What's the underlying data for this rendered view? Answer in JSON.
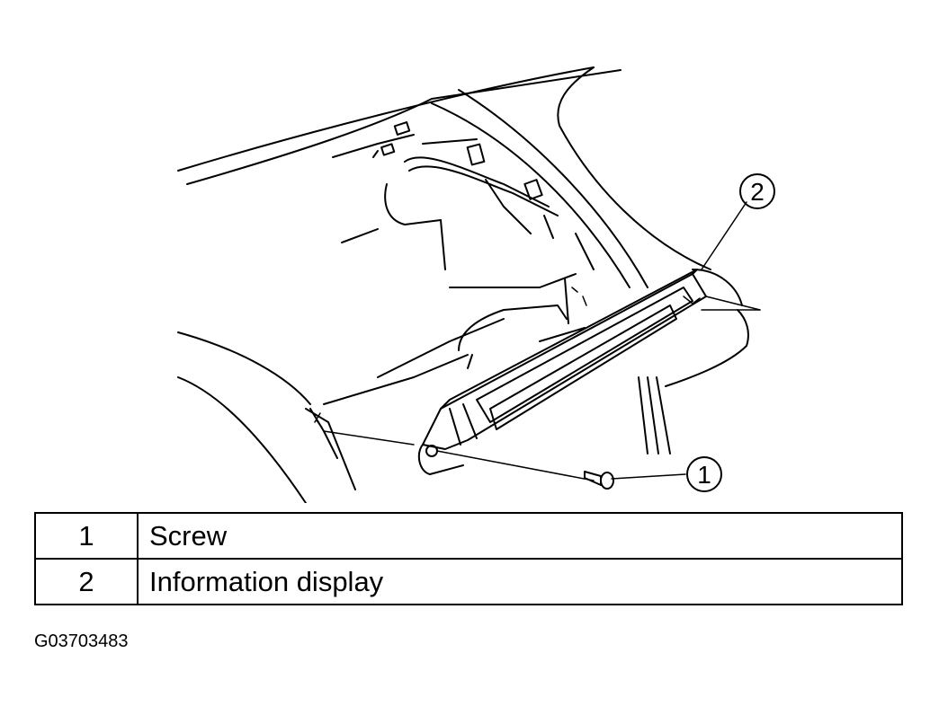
{
  "callouts": [
    {
      "number": "1"
    },
    {
      "number": "2"
    }
  ],
  "legend": [
    {
      "number": "1",
      "description": "Screw"
    },
    {
      "number": "2",
      "description": "Information display"
    }
  ],
  "figure_id": "G03703483"
}
